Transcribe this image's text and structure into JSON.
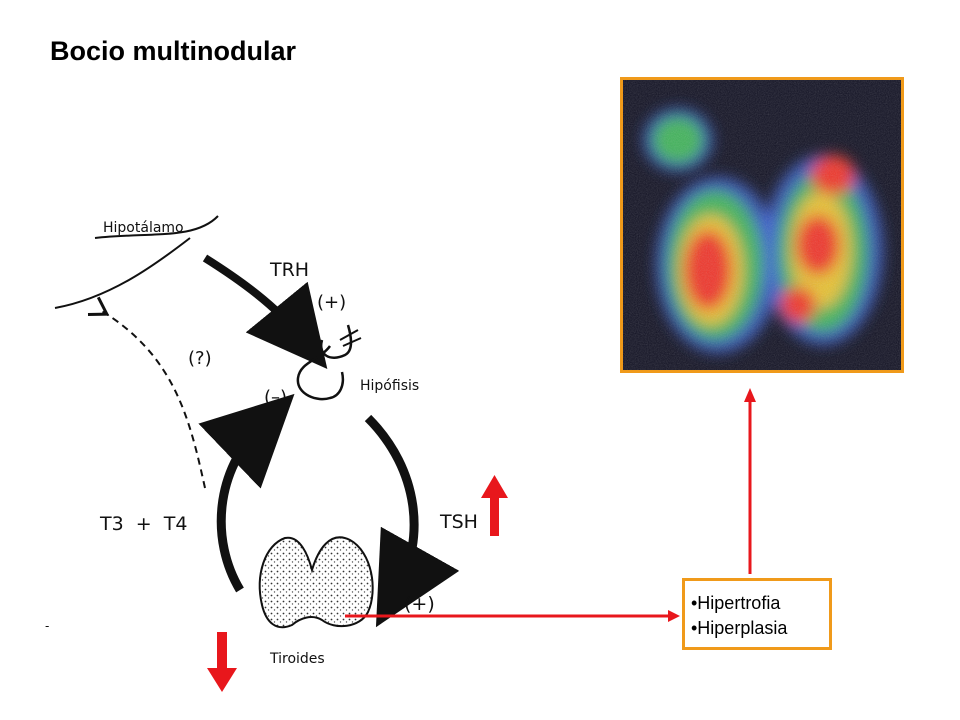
{
  "slide": {
    "title": "Bocio multinodular"
  },
  "diagram": {
    "hypothalamus_label": "Hipotálamo",
    "trh_label": "TRH",
    "trh_effect": "(+)",
    "feedback_question": "(?)",
    "negative_feedback": "(–)",
    "pituitary_label": "Hipófisis",
    "hormones_label": "T3  +  T4",
    "tsh_label": "TSH",
    "tsh_effect": "(+)",
    "thyroid_label": "Tiroides"
  },
  "findings": {
    "items": [
      "•Hipertrofia",
      "•Hiperplasia"
    ]
  },
  "colors": {
    "accent_red": "#e8171c",
    "frame_orange": "#f09a1a",
    "scan_bg": "#101022"
  },
  "icons": {
    "increase": "arrow-up-icon",
    "decrease": "arrow-down-icon"
  }
}
